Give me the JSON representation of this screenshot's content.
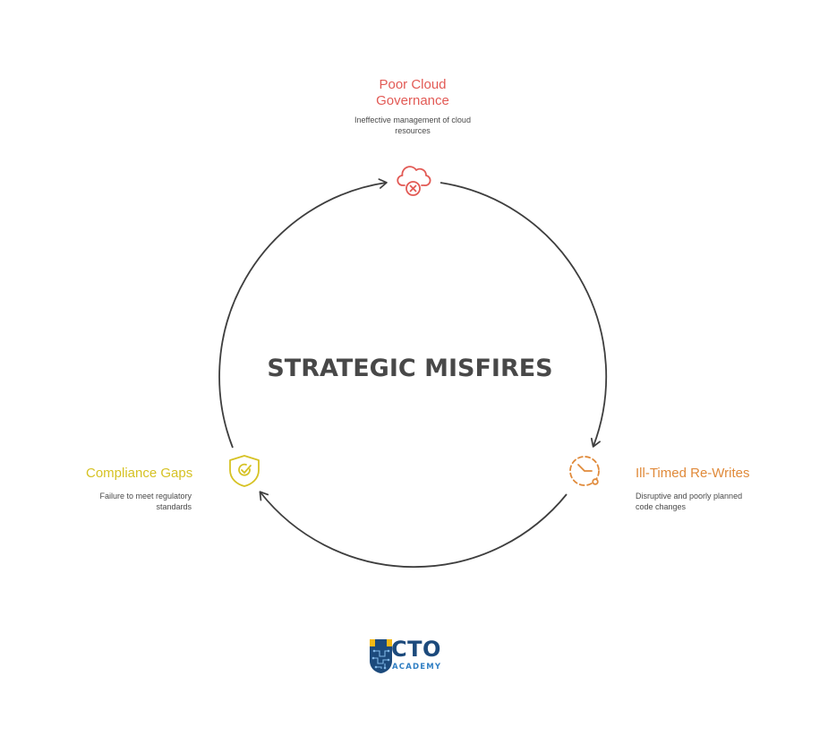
{
  "title": "STRATEGIC MISFIRES",
  "nodes": {
    "top": {
      "title": "Poor Cloud Governance",
      "description": "Ineffective management of cloud resources",
      "icon": "cloud-x-icon",
      "color": "#e25a55"
    },
    "right": {
      "title": "Ill-Timed Re-Writes",
      "description": "Disruptive and poorly planned code changes",
      "icon": "timer-icon",
      "color": "#e08a3a"
    },
    "left": {
      "title": "Compliance Gaps",
      "description": "Failure to meet regulatory standards",
      "icon": "shield-check-icon",
      "color": "#d6c224"
    }
  },
  "logo": {
    "main": "CTO",
    "sub": "ACADEMY"
  }
}
